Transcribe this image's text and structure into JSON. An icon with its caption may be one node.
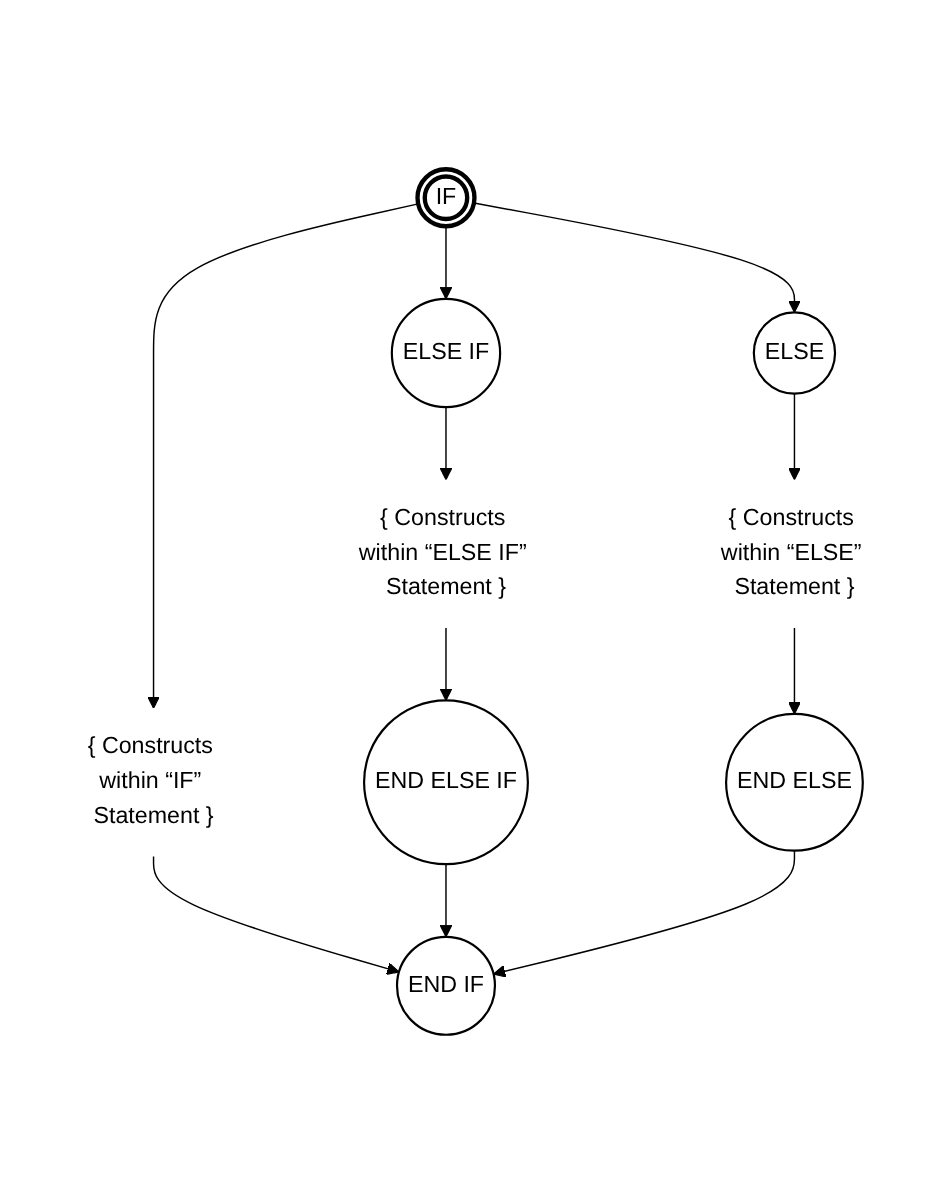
{
  "diagram": {
    "nodes": [
      {
        "text": [
          "IF"
        ]
      },
      {
        "text": [
          "ELSE IF"
        ]
      },
      {
        "text": [
          "ELSE"
        ]
      },
      {
        "text": [
          "{ Constructs within “IF” Statement }"
        ]
      },
      {
        "text": [
          "{ Constructs within “ELSE IF” Statement }"
        ]
      },
      {
        "text": [
          "{ Constructs within “ELSE” Statement }"
        ]
      },
      {
        "text": [
          "END ELSE IF"
        ]
      },
      {
        "text": [
          "END ELSE"
        ]
      },
      {
        "text": [
          "END IF"
        ]
      }
    ],
    "edges": [
      {
        "from": 0,
        "to": 1,
        "arrow": "to"
      },
      {
        "from": 0,
        "to": 2,
        "arrow": "to"
      },
      {
        "from": 0,
        "to": 3,
        "arrow": "to"
      },
      {
        "from": 1,
        "to": 4,
        "arrow": "to"
      },
      {
        "from": 2,
        "to": 5,
        "arrow": "to"
      },
      {
        "from": 3,
        "to": 8,
        "arrow": "to"
      },
      {
        "from": 4,
        "to": 6,
        "arrow": "to"
      },
      {
        "from": 5,
        "to": 7,
        "arrow": "to"
      },
      {
        "from": 6,
        "to": 8,
        "arrow": "to"
      },
      {
        "from": 7,
        "to": 8,
        "arrow": "to"
      }
    ]
  }
}
